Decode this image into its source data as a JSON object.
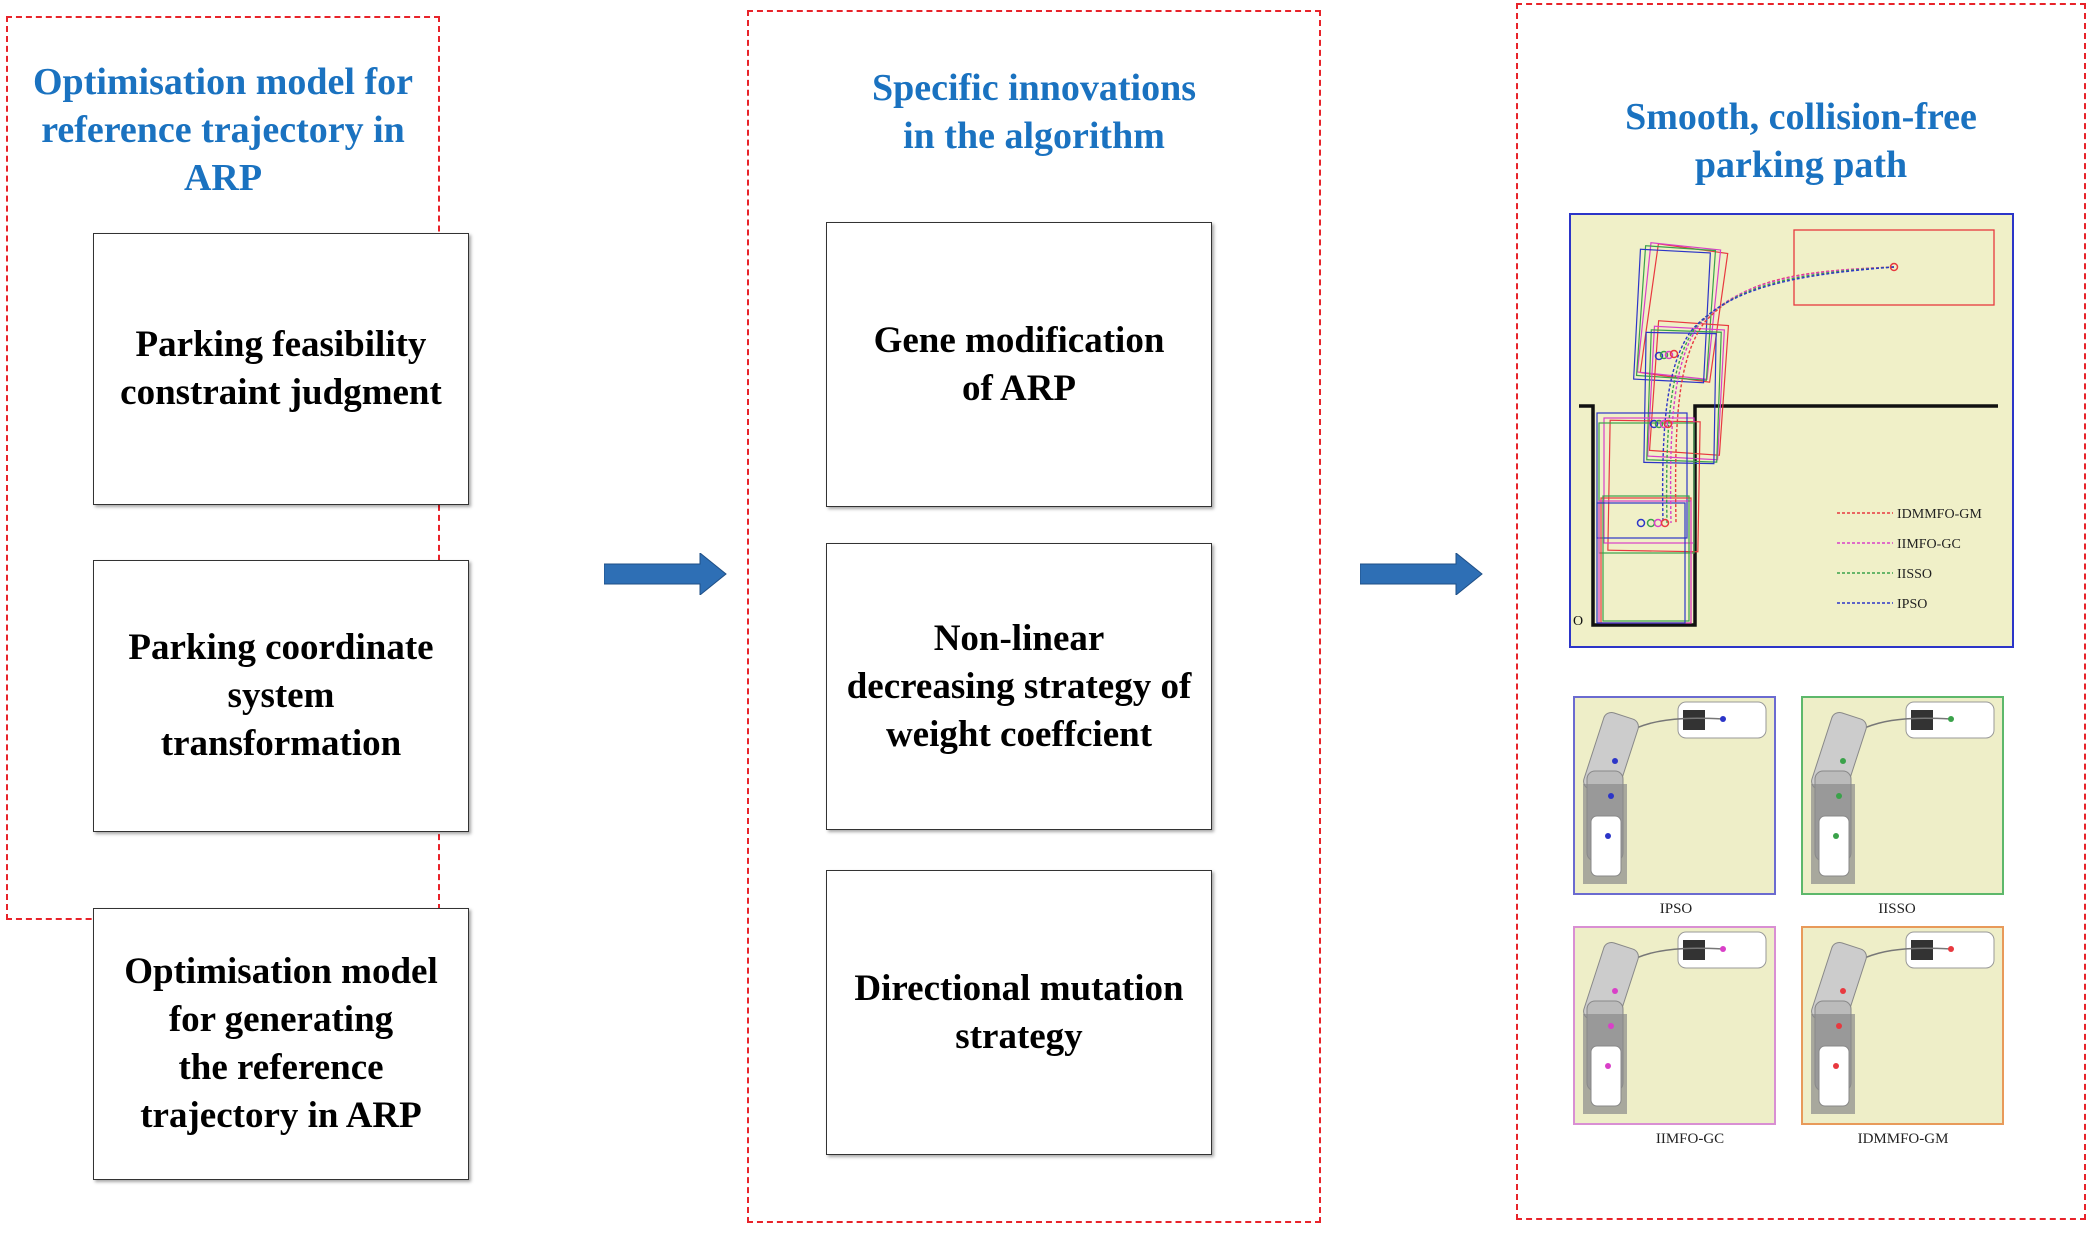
{
  "panels": {
    "left": {
      "title": "Optimisation model for\nreference trajectory in ARP",
      "boxes": [
        "Parking feasibility\nconstraint judgment",
        "Parking coordinate\nsystem\ntransformation",
        "Optimisation model\nfor generating\nthe reference\ntrajectory in ARP"
      ]
    },
    "middle": {
      "title": "Specific innovations\nin the algorithm",
      "boxes": [
        "Gene modification\nof ARP",
        "Non-linear\ndecreasing strategy of\nweight coeffcient",
        "Directional mutation\nstrategy"
      ]
    },
    "right": {
      "title": "Smooth, collision-free\nparking path",
      "plot": {
        "origin_label": "O",
        "legend": [
          "IDMMFO-GM",
          "IIMFO-GC",
          "IISSO",
          "IPSO"
        ]
      },
      "thumbnails": [
        {
          "label": "IPSO"
        },
        {
          "label": "IISSO"
        },
        {
          "label": "IIMFO-GC"
        },
        {
          "label": "IDMMFO-GM"
        }
      ]
    }
  },
  "colors": {
    "title": "#1a72c0",
    "border": "#e8232a",
    "arrow": "#2e6fb5",
    "plot_bg": "#f0f0c8",
    "IDMMFO-GM": "#e8393f",
    "IIMFO-GC": "#d940c8",
    "IISSO": "#3aa24a",
    "IPSO": "#2c35c8"
  }
}
